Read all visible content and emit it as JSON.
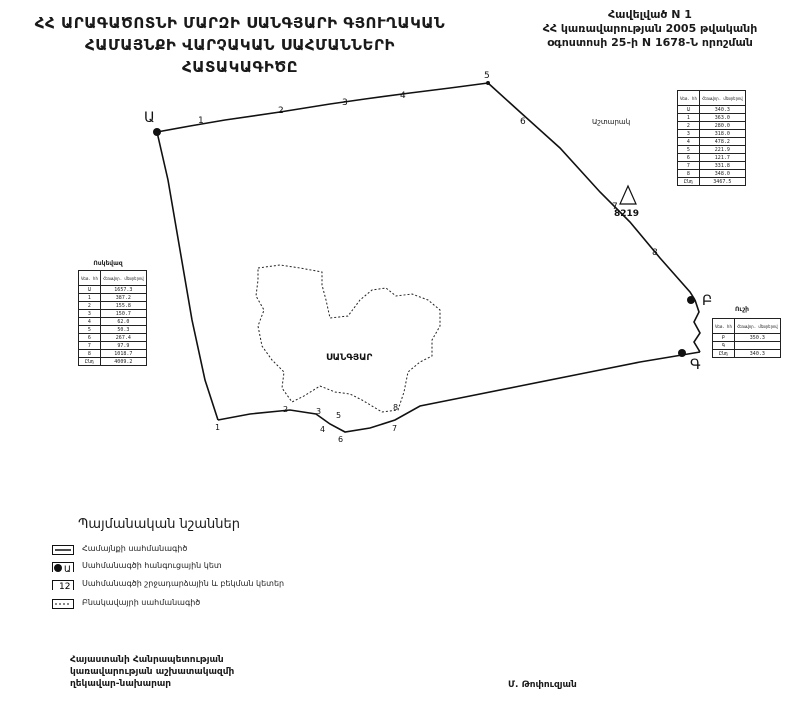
{
  "title": {
    "line1": "ՀՀ ԱՐԱԳԱԾՈՏՆԻ ՄԱՐԶԻ ՍԱՆԳՅԱՐԻ ԳՅՈՒՂԱԿԱՆ",
    "line2": "ՀԱՄԱՅՆՔԻ ՎԱՐՉԱԿԱՆ   ՍԱՀՄԱՆՆԵՐԻ",
    "line3": "ՀԱՏԱԿԱԳԻԾԸ"
  },
  "annex": {
    "line1": "Հավելված N 1",
    "line2": "ՀՀ կառավարության 2005 թվականի",
    "line3": "օգոստոսի 25-ի N 1678-Ն որոշման"
  },
  "map": {
    "vertex_labels": {
      "A": "Ա",
      "B": "Բ",
      "C": "Գ"
    },
    "segment_numbers_top": [
      "1",
      "2",
      "3",
      "4",
      "5",
      "6",
      "7",
      "8"
    ],
    "segment_numbers_bottom": [
      "1",
      "2",
      "3",
      "4",
      "5",
      "6",
      "7",
      "8"
    ],
    "settlement_label": "ՍԱՆԳՅԱՐ",
    "neighbor_top_right": "Աշտարակ",
    "north_code": "8219"
  },
  "tables": {
    "left": {
      "caption": "Ոսկեվազ",
      "header": [
        "Կետ. հհ",
        "Հեռավոր. մետրերով"
      ],
      "rows": [
        [
          "Ա",
          "1657.3"
        ],
        [
          "1",
          "387.2"
        ],
        [
          "2",
          "155.8"
        ],
        [
          "3",
          "150.7"
        ],
        [
          "4",
          "62.0"
        ],
        [
          "5",
          "50.3"
        ],
        [
          "6",
          "267.4"
        ],
        [
          "7",
          "97.9"
        ],
        [
          "8",
          "1018.7"
        ],
        [
          "Ընդ",
          "4009.2"
        ]
      ]
    },
    "top_right": {
      "caption": "",
      "header": [
        "Կետ. հհ",
        "Հեռավոր. մետրերով"
      ],
      "rows": [
        [
          "Ա",
          "340.3"
        ],
        [
          "1",
          "363.0"
        ],
        [
          "2",
          "280.0"
        ],
        [
          "3",
          "318.0"
        ],
        [
          "4",
          "478.2"
        ],
        [
          "5",
          "221.9"
        ],
        [
          "6",
          "121.7"
        ],
        [
          "7",
          "331.8"
        ],
        [
          "8",
          "348.0"
        ],
        [
          "Ընդ",
          "3467.5"
        ]
      ]
    },
    "right": {
      "caption": "Ուշի",
      "header": [
        "Կետ. հհ",
        "Հեռավոր. մետրերով"
      ],
      "rows": [
        [
          "Բ",
          "350.3"
        ],
        [
          "Գ",
          ""
        ],
        [
          "Ընդ",
          "340.3"
        ]
      ]
    }
  },
  "legend": {
    "title": "Պայմանական նշաններ",
    "items": [
      {
        "symbol": "line",
        "text": "Համայնքի սահմանագիծ"
      },
      {
        "symbol": "dot",
        "code": "Ա",
        "text": "Սահմանագծի հանգուցային կետ"
      },
      {
        "symbol": "box",
        "code": "12",
        "text": "Սահմանագծի շրջադարձային և բեկման կետեր"
      },
      {
        "symbol": "dash",
        "text": "Բնակավայրի սահմանագիծ"
      }
    ]
  },
  "footer": {
    "left_line1": "Հայաստանի Հանրապետության",
    "left_line2": "կառավարության աշխատակազմի",
    "left_line3": "ղեկավար-նախարար",
    "right_name": "Մ. Թոփուզյան"
  }
}
